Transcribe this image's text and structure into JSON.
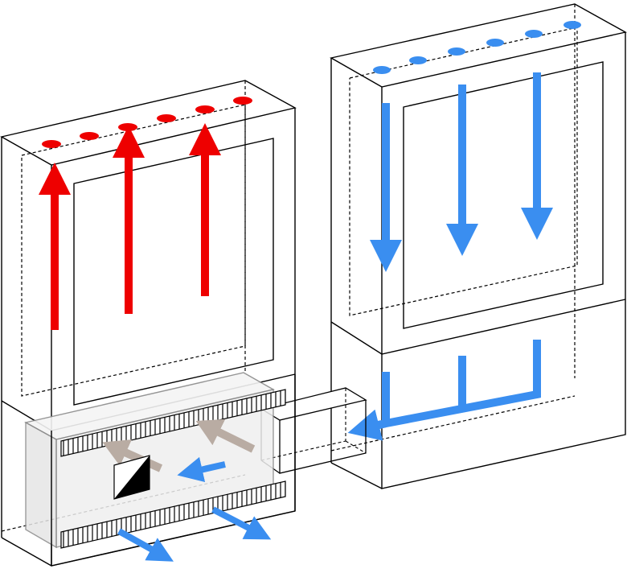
{
  "diagram": {
    "kind": "isometric airflow schematic",
    "colors": {
      "hot_flow": "#ee0000",
      "cold_flow": "#3a8ef0",
      "internal_flow": "#b9aca3",
      "outline": "#000000",
      "housing_fill": "#efefef",
      "housing_stroke": "#8a8a8a",
      "grille_fill": "#ffffff"
    },
    "left_unit": {
      "flow": "upward",
      "outlet_ports": 6,
      "flow_arrows": 3,
      "icon": "fan-icon"
    },
    "right_unit": {
      "flow": "downward",
      "inlet_ports": 6,
      "flow_arrows": 3
    },
    "connector": {
      "type": "duct"
    }
  }
}
